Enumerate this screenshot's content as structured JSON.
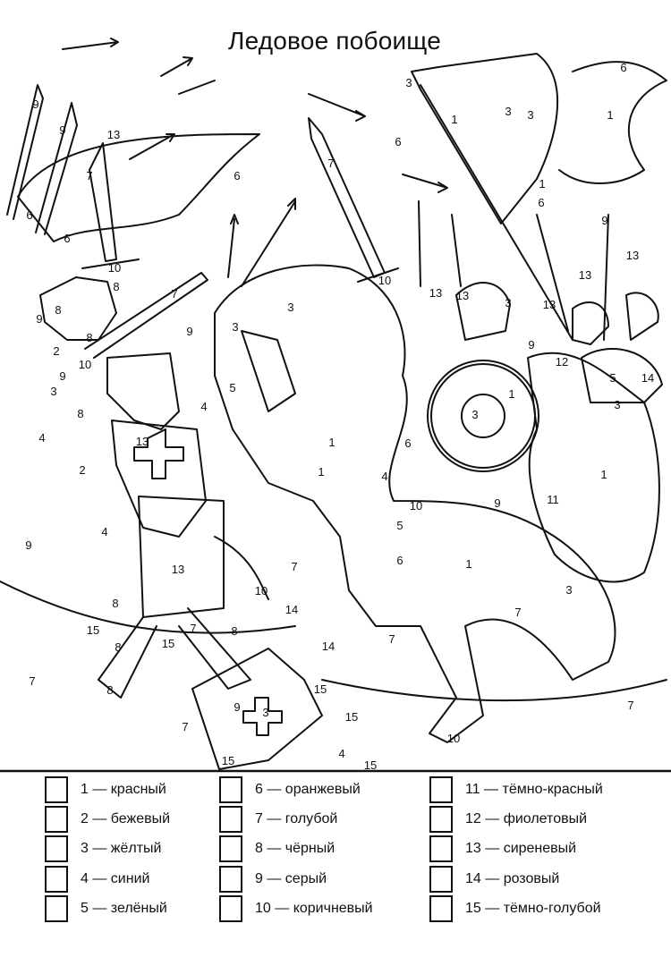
{
  "title": "Ледовое побоище",
  "legend": [
    {
      "label": "1 — красный"
    },
    {
      "label": "2 — бежевый"
    },
    {
      "label": "3 — жёлтый"
    },
    {
      "label": "4 — синий"
    },
    {
      "label": "5 — зелёный"
    },
    {
      "label": "6 — оранжевый"
    },
    {
      "label": "7 — голубой"
    },
    {
      "label": "8 — чёрный"
    },
    {
      "label": "9 — серый"
    },
    {
      "label": "10 — коричневый"
    },
    {
      "label": "11 — тёмно-красный"
    },
    {
      "label": "12 — фиолетовый"
    },
    {
      "label": "13 — сиреневый"
    },
    {
      "label": "14 — розовый"
    },
    {
      "label": "15 — тёмно-голубой"
    }
  ],
  "region_numbers": [
    "6",
    "3",
    "1",
    "3",
    "3",
    "1",
    "13",
    "6",
    "9",
    "9",
    "7",
    "6",
    "7",
    "6",
    "6",
    "6",
    "1",
    "9",
    "13",
    "13",
    "10",
    "8",
    "7",
    "3",
    "10",
    "13",
    "13",
    "3",
    "13",
    "9",
    "8",
    "9",
    "3",
    "8",
    "2",
    "10",
    "9",
    "3",
    "5",
    "4",
    "8",
    "4",
    "13",
    "2",
    "1",
    "3",
    "1",
    "6",
    "4",
    "1",
    "10",
    "9",
    "11",
    "1",
    "4",
    "9",
    "13",
    "7",
    "5",
    "6",
    "1",
    "3",
    "7",
    "10",
    "8",
    "15",
    "15",
    "7",
    "8",
    "8",
    "7",
    "7",
    "8",
    "7",
    "9",
    "3",
    "15",
    "15",
    "7",
    "10",
    "4",
    "15",
    "15",
    "14",
    "14",
    "5",
    "14",
    "3",
    "12",
    "9"
  ]
}
